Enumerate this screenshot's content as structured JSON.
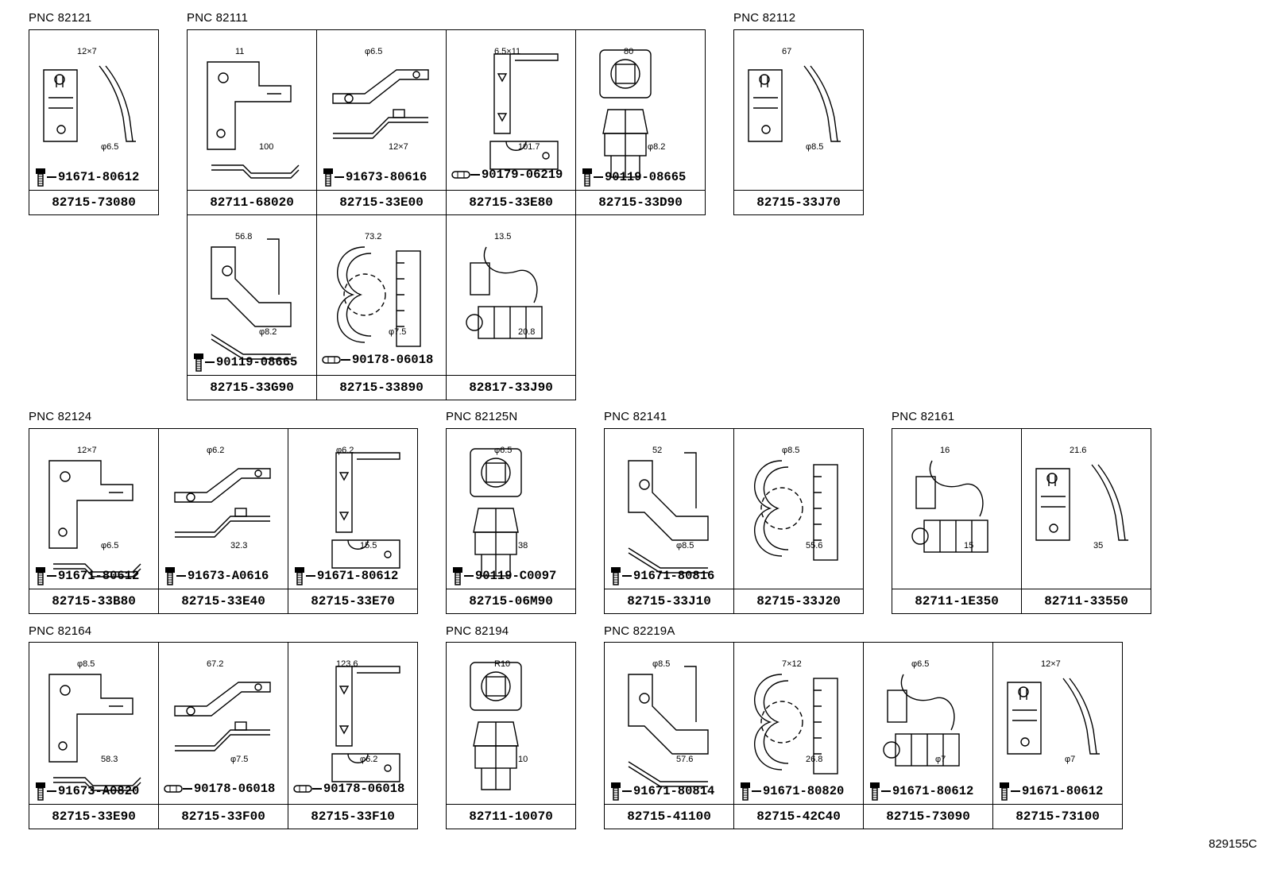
{
  "diagram_code": "829155C",
  "groups": [
    {
      "pnc": "PNC 82121",
      "cells": [
        {
          "part": "82715-73080",
          "fastener": "91671-80612",
          "ftype": "bolt",
          "dims": [
            "12×7",
            "φ6.5"
          ]
        }
      ]
    },
    {
      "pnc": "PNC 82111",
      "cells": [
        {
          "part": "82711-68020",
          "fastener": "",
          "ftype": "",
          "dims": [
            "11",
            "100"
          ]
        },
        {
          "part": "82715-33E00",
          "fastener": "91673-80616",
          "ftype": "bolt",
          "dims": [
            "φ6.5",
            "12×7"
          ]
        },
        {
          "part": "82715-33E80",
          "fastener": "90179-06219",
          "ftype": "nut",
          "dims": [
            "6.5×11",
            "101.7"
          ]
        },
        {
          "part": "82715-33D90",
          "fastener": "90119-08665",
          "ftype": "bolt",
          "dims": [
            "80",
            "φ8.2"
          ]
        },
        {
          "part": "82715-33G90",
          "fastener": "90119-08665",
          "ftype": "bolt",
          "dims": [
            "56.8",
            "φ8.2"
          ]
        },
        {
          "part": "82715-33890",
          "fastener": "90178-06018",
          "ftype": "nut",
          "dims": [
            "73.2",
            "φ7.5"
          ]
        },
        {
          "part": "82817-33J90",
          "fastener": "",
          "ftype": "",
          "dims": [
            "13.5",
            "20.8"
          ]
        }
      ]
    },
    {
      "pnc": "PNC 82112",
      "cells": [
        {
          "part": "82715-33J70",
          "fastener": "",
          "ftype": "",
          "dims": [
            "67",
            "φ8.5"
          ]
        }
      ]
    },
    {
      "pnc": "PNC 82124",
      "cells": [
        {
          "part": "82715-33B80",
          "fastener": "91671-80612",
          "ftype": "bolt",
          "dims": [
            "12×7",
            "φ6.5"
          ]
        },
        {
          "part": "82715-33E40",
          "fastener": "91673-A0616",
          "ftype": "bolt",
          "dims": [
            "φ6.2",
            "32.3"
          ]
        },
        {
          "part": "82715-33E70",
          "fastener": "91671-80612",
          "ftype": "bolt",
          "dims": [
            "φ6.2",
            "15.5"
          ]
        }
      ]
    },
    {
      "pnc": "PNC 82125N",
      "cells": [
        {
          "part": "82715-06M90",
          "fastener": "90119-C0097",
          "ftype": "bolt",
          "dims": [
            "φ6.5",
            "38"
          ]
        }
      ]
    },
    {
      "pnc": "PNC 82141",
      "cells": [
        {
          "part": "82715-33J10",
          "fastener": "91671-80816",
          "ftype": "bolt",
          "dims": [
            "52",
            "φ8.5"
          ]
        },
        {
          "part": "82715-33J20",
          "fastener": "",
          "ftype": "",
          "dims": [
            "φ8.5",
            "55.6"
          ]
        }
      ]
    },
    {
      "pnc": "PNC 82161",
      "cells": [
        {
          "part": "82711-1E350",
          "fastener": "",
          "ftype": "",
          "dims": [
            "16",
            "15"
          ]
        },
        {
          "part": "82711-33550",
          "fastener": "",
          "ftype": "",
          "dims": [
            "21.6",
            "35"
          ]
        }
      ]
    },
    {
      "pnc": "PNC 82164",
      "cells": [
        {
          "part": "82715-33E90",
          "fastener": "91673-A0820",
          "ftype": "bolt",
          "dims": [
            "φ8.5",
            "58.3"
          ]
        },
        {
          "part": "82715-33F00",
          "fastener": "90178-06018",
          "ftype": "nut",
          "dims": [
            "67.2",
            "φ7.5"
          ]
        },
        {
          "part": "82715-33F10",
          "fastener": "90178-06018",
          "ftype": "nut",
          "dims": [
            "123.6",
            "φ6.2"
          ]
        }
      ]
    },
    {
      "pnc": "PNC 82194",
      "cells": [
        {
          "part": "82711-10070",
          "fastener": "",
          "ftype": "",
          "dims": [
            "R10",
            "10"
          ]
        }
      ]
    },
    {
      "pnc": "PNC 82219A",
      "cells": [
        {
          "part": "82715-41100",
          "fastener": "91671-80814",
          "ftype": "bolt",
          "dims": [
            "φ8.5",
            "57.6"
          ]
        },
        {
          "part": "82715-42C40",
          "fastener": "91671-80820",
          "ftype": "bolt",
          "dims": [
            "7×12",
            "26.8"
          ]
        },
        {
          "part": "82715-73090",
          "fastener": "91671-80612",
          "ftype": "bolt",
          "dims": [
            "φ6.5",
            "φ7"
          ]
        },
        {
          "part": "82715-73100",
          "fastener": "91671-80612",
          "ftype": "bolt",
          "dims": [
            "12×7",
            "φ7"
          ]
        }
      ]
    }
  ]
}
